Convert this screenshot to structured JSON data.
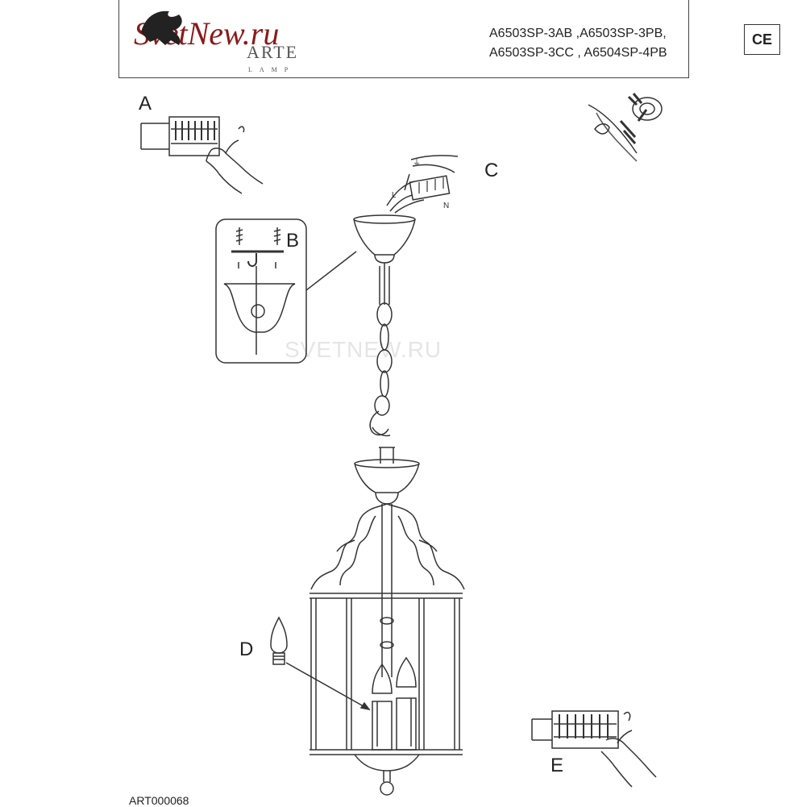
{
  "header": {
    "brand": "SvetNew.ru",
    "logo_word": "ARTE",
    "logo_sub": "LAMP",
    "models_line1": "A6503SP-3AB ,A6503SP-3PB,",
    "models_line2": "A6503SP-3CC , A6504SP-4PB",
    "ce_mark": "CE"
  },
  "steps": {
    "a": "A",
    "b": "B",
    "c": "C",
    "d": "D",
    "e": "E"
  },
  "wire_labels": {
    "l": "L",
    "n": "N",
    "ground": "⏚"
  },
  "watermark": "SVETNEW.RU",
  "footer": {
    "article": "ART000068"
  },
  "colors": {
    "line": "#333333",
    "brand_red": "#8b1a1a"
  },
  "icons": [
    "terminal-block-icon",
    "hand-icon",
    "insulation-tape-icon",
    "ceiling-hook-icon",
    "bulb-icon"
  ]
}
